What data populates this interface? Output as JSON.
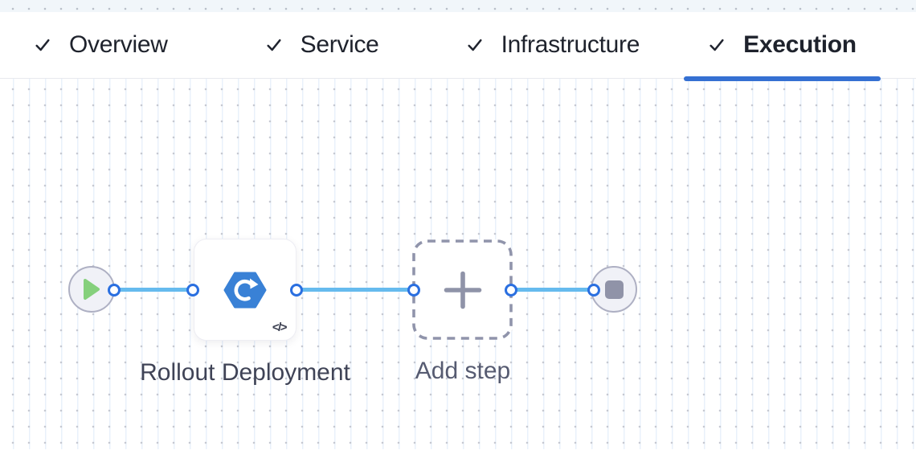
{
  "tabs": {
    "items": [
      {
        "label": "Overview",
        "checked": true,
        "active": false
      },
      {
        "label": "Service",
        "checked": true,
        "active": false
      },
      {
        "label": "Infrastructure",
        "checked": true,
        "active": false
      },
      {
        "label": "Execution",
        "checked": true,
        "active": true
      }
    ]
  },
  "canvas": {
    "nodes": {
      "start": {
        "icon": "play-icon"
      },
      "rollout_step": {
        "label": "Rollout Deployment",
        "icon": "rolling-deployment-hexagon-icon",
        "code_badge": "</>"
      },
      "add_step": {
        "label": "Add step",
        "icon": "plus-icon"
      },
      "end": {
        "icon": "stop-icon"
      }
    }
  },
  "colors": {
    "accent-blue": "#3570d2",
    "connector-blue": "#2a6fe0",
    "line-blue": "#66bbee",
    "play-green": "#85d07c",
    "stop-gray": "#9093a8",
    "dash-gray": "#9094ab",
    "node-fill": "#f0f1f7",
    "node-border": "#aeb0c3",
    "hex-blue": "#3981d6",
    "label-dark": "#3f4356",
    "label-gray": "#565b71",
    "tab-text": "#1e222c"
  }
}
